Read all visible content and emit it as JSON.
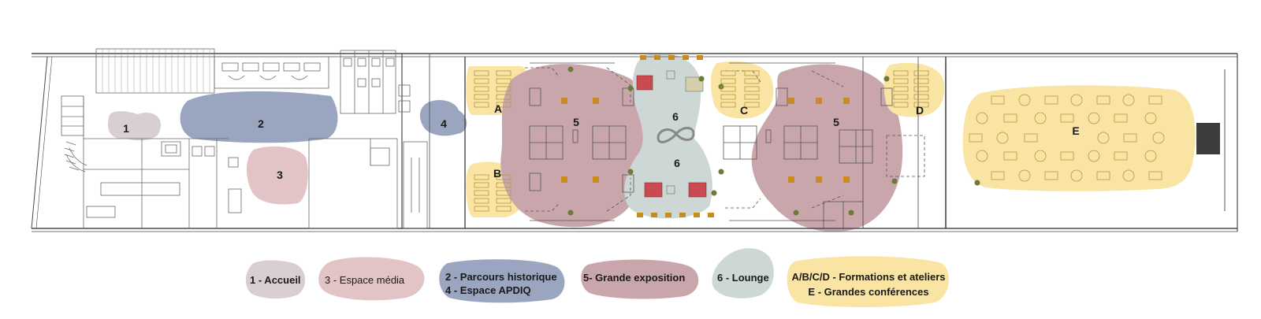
{
  "colors": {
    "accueil": "#d9cfd0",
    "media": "#e2c4c6",
    "historique": "#9aa6bf",
    "exposition": "#c9a6ab",
    "lounge": "#cdd8d6",
    "formations": "#f9e4a4",
    "wall": "#4a4a4a",
    "thin": "#8a8a8a",
    "furniture": "#c98a1e",
    "plant": "#6f7a3a",
    "red_seat": "#c94a50"
  },
  "zones": {
    "z1": "1",
    "z2": "2",
    "z3": "3",
    "z4": "4",
    "z5a": "5",
    "z5b": "5",
    "z6a": "6",
    "z6b": "6",
    "zA": "A",
    "zB": "B",
    "zC": "C",
    "zD": "D",
    "zE": "E"
  },
  "legend": {
    "accueil": "1 - Accueil",
    "media": "3 - Espace média",
    "historique_1": "2 - Parcours historique",
    "historique_2": "4 - Espace APDIQ",
    "exposition": "5- Grande exposition",
    "lounge": "6 - Lounge",
    "formations_1": "A/B/C/D - Formations et ateliers",
    "formations_2": "E - Grandes conférences"
  }
}
